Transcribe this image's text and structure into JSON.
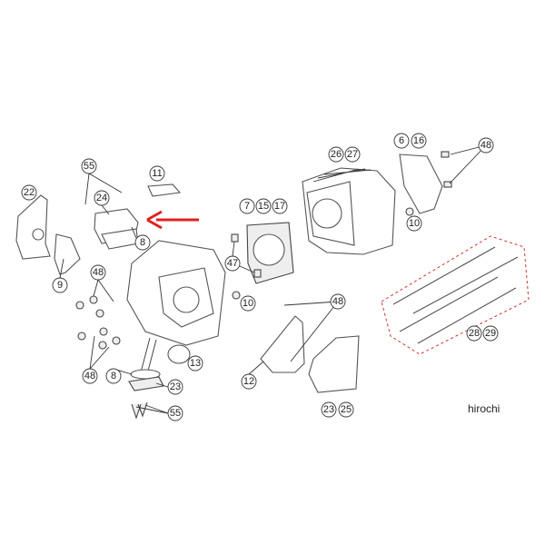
{
  "diagram": {
    "callouts": [
      "55",
      "11",
      "22",
      "24",
      "8",
      "9",
      "48",
      "47",
      "10",
      "7",
      "15",
      "17",
      "26",
      "27",
      "6",
      "16",
      "48",
      "10",
      "48",
      "12",
      "13",
      "23",
      "25",
      "28",
      "29",
      "48",
      "8",
      "23",
      "55"
    ],
    "watermark": "hirochi",
    "arrow_color": "#e02020",
    "stud_set_border_color": "#cc3333"
  }
}
